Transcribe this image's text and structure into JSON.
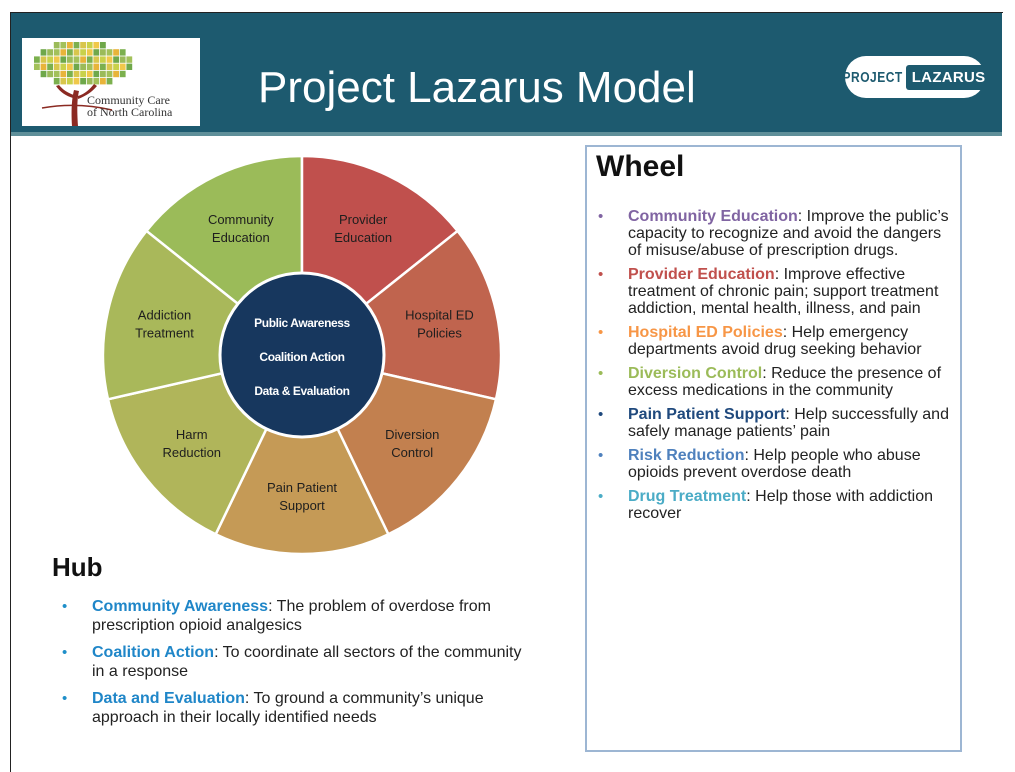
{
  "logo": {
    "org_name_line1": "Community Care",
    "org_name_line2": "of North Carolina"
  },
  "header": {
    "title": "Project Lazarus Model",
    "badge_small": "PROJECT",
    "badge_large": "LAZARUS"
  },
  "diagram": {
    "segments": [
      {
        "label_lines": [
          "Community",
          "Education"
        ],
        "color": "#9bbb59"
      },
      {
        "label_lines": [
          "Provider",
          "Education"
        ],
        "color": "#c0504d"
      },
      {
        "label_lines": [
          "Hospital ED",
          "Policies"
        ],
        "color": "#c0644e"
      },
      {
        "label_lines": [
          "Diversion",
          "Control"
        ],
        "color": "#c2804f"
      },
      {
        "label_lines": [
          "Pain Patient",
          "Support"
        ],
        "color": "#c59a56"
      },
      {
        "label_lines": [
          "Harm",
          "Reduction"
        ],
        "color": "#b0b55a"
      },
      {
        "label_lines": [
          "Addiction",
          "Treatment"
        ],
        "color": "#a9b85a"
      }
    ],
    "hub": {
      "lines": [
        "Public Awareness",
        "Coalition Action",
        "Data & Evaluation"
      ],
      "color": "#17375e"
    }
  },
  "hub_section": {
    "title": "Hub",
    "items": [
      {
        "term": "Community Awareness",
        "text": ": The problem of overdose from prescription opioid analgesics"
      },
      {
        "term": "Coalition Action",
        "text": ": To coordinate all sectors of the community in a response"
      },
      {
        "term": "Data and Evaluation",
        "text": ": To ground a community’s unique approach in their locally identified needs"
      }
    ]
  },
  "wheel_section": {
    "title": "Wheel",
    "items": [
      {
        "term": "Community Education",
        "text": ": Improve the public’s capacity to recognize and avoid the dangers of misuse/abuse of prescription drugs.",
        "color": "#8064a2"
      },
      {
        "term": "Provider Education",
        "text": ": Improve effective treatment of chronic pain; support treatment addiction, mental health, illness, and pain",
        "color": "#c0504d"
      },
      {
        "term": "Hospital ED Policies",
        "text": ": Help emergency departments avoid drug seeking behavior",
        "color": "#f79646"
      },
      {
        "term": "Diversion Control",
        "text": ": Reduce the presence of excess medications in the community",
        "color": "#9bbb59"
      },
      {
        "term": "Pain Patient Support",
        "text": ": Help successfully and safely manage patients’ pain",
        "color": "#1f497d"
      },
      {
        "term": "Risk Reduction",
        "text": ": Help people who abuse opioids prevent overdose death",
        "color": "#4f81bd"
      },
      {
        "term": "Drug Treatment",
        "text": ": Help those with addiction recover",
        "color": "#4bacc6"
      }
    ]
  }
}
